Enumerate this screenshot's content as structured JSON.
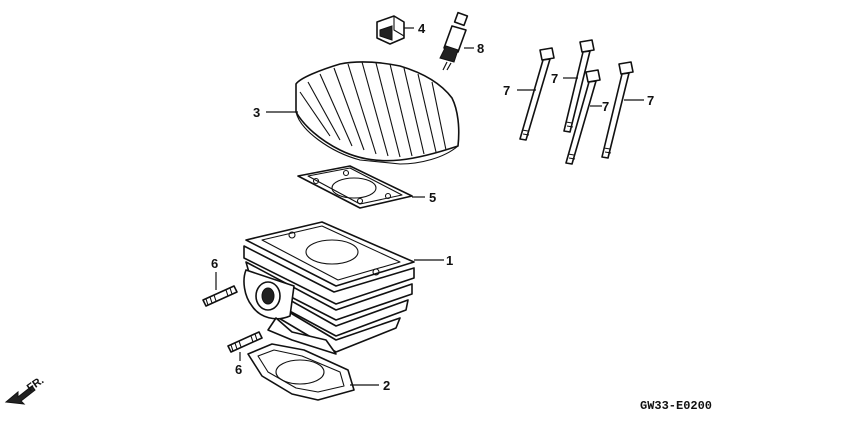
{
  "diagram": {
    "callouts": [
      {
        "id": "cylinder",
        "label": "1"
      },
      {
        "id": "base-gasket",
        "label": "2"
      },
      {
        "id": "cylinder-head",
        "label": "3"
      },
      {
        "id": "spark-plug-cap",
        "label": "4"
      },
      {
        "id": "head-gasket",
        "label": "5"
      },
      {
        "id": "stud-bolt-upper",
        "label": "6"
      },
      {
        "id": "stud-bolt-lower",
        "label": "6"
      },
      {
        "id": "stud-bolt-a",
        "label": "7"
      },
      {
        "id": "stud-bolt-b",
        "label": "7"
      },
      {
        "id": "stud-bolt-c",
        "label": "7"
      },
      {
        "id": "stud-bolt-d",
        "label": "7"
      },
      {
        "id": "spark-plug",
        "label": "8"
      }
    ],
    "front_arrow_label": "FR.",
    "diagram_code": "GW33-E0200"
  }
}
